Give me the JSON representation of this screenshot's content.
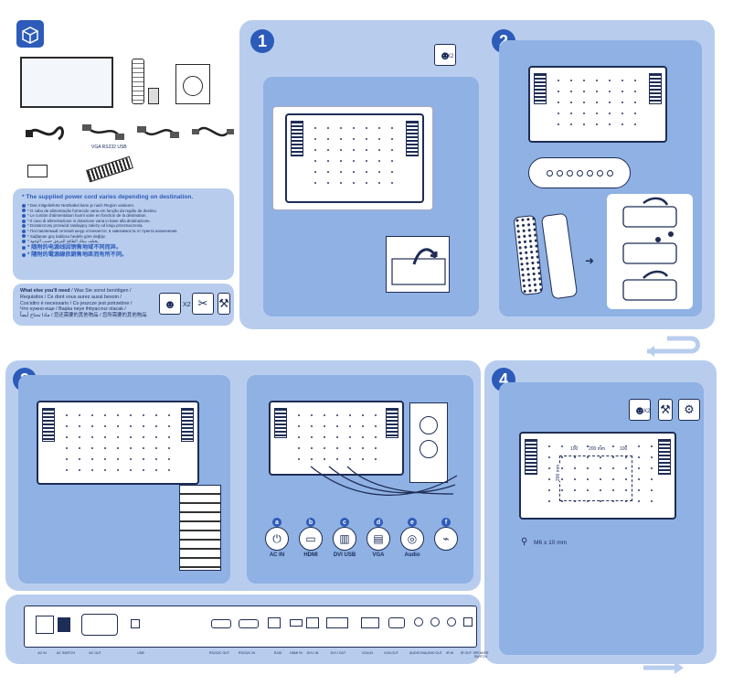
{
  "box_contents": {
    "cable_caption": "VGA RS232 USB"
  },
  "power_notice": {
    "title": "* The supplied power cord varies depending on destination.",
    "lines": [
      "* Das mitgelieferte Netzkabel kann je nach Region variieren.",
      "* O cabo de alimentação fornecido varia em função da região de destino.",
      "* Le cordon d'alimentation fourni varie en fonction de la destination.",
      "* Il cavo di alimentazione in dotazione varia in base alla destinazione.",
      "* Dostarczony przewód zasilający zależy od kraju przeznaczenia.",
      "* Поставляемый сетевой шнур отличается, в зависимости от пункта назначения.",
      "* Sağlanan güç kablosu hedefe göre değişir.",
      "* يختلف سلك الطاقة المرفق حسب الوجهة."
    ],
    "cjk_lines": [
      "* 随附的电源线因销售地域不同而异。",
      "* 隨附的電源線依銷售地區而有所不同。"
    ]
  },
  "what_else": {
    "lead": "What else you'll need",
    "line1_rest": " / Was Sie sonst benötigen /",
    "line2": "Requisitos / Ce dont vous aurez aussi besoin /",
    "line3": "Cos'altro è necessario / Co jeszcze jest potrzebne /",
    "line4": "Что нужно еще / Başka neye ihtiyacınız olacak /",
    "line5": "ماذا تحتاج أيضاً / 您还需要的其他物品 / 您所需要的其他物品",
    "x2": "X2"
  },
  "step1": {
    "number": "1",
    "x2": "X2"
  },
  "step2": {
    "number": "2"
  },
  "step3": {
    "number": "3"
  },
  "step4": {
    "number": "4",
    "x2": "X2",
    "screw_spec": "M6 x 10 mm"
  },
  "vesa": {
    "dim1": "100",
    "dim2": "200 mm",
    "dim3": "100",
    "dim_v": "200 mm"
  },
  "connectors": [
    {
      "letter": "a",
      "name": "AC IN"
    },
    {
      "letter": "b",
      "name": "HDMI"
    },
    {
      "letter": "c",
      "name": "DVI  USB"
    },
    {
      "letter": "d",
      "name": "VGA"
    },
    {
      "letter": "e",
      "name": "Audio"
    },
    {
      "letter": "f",
      "name": ""
    }
  ],
  "rear_panel_labels": [
    "AC IN",
    "AC SWITCH",
    "AC OUT",
    "USB",
    "RS232C OUT",
    "RS232C IN",
    "RJ45",
    "HDMI IN",
    "DVI-I IN",
    "DVI-I OUT",
    "VGA IN",
    "VGA OUT",
    "AUDIO IN",
    "AUDIO OUT",
    "IR IN",
    "IR OUT",
    "SPEAKER SWITCH"
  ],
  "colors": {
    "panel": "#b8cdee",
    "inner": "#8fb1e4",
    "accent": "#2d5bb9"
  }
}
